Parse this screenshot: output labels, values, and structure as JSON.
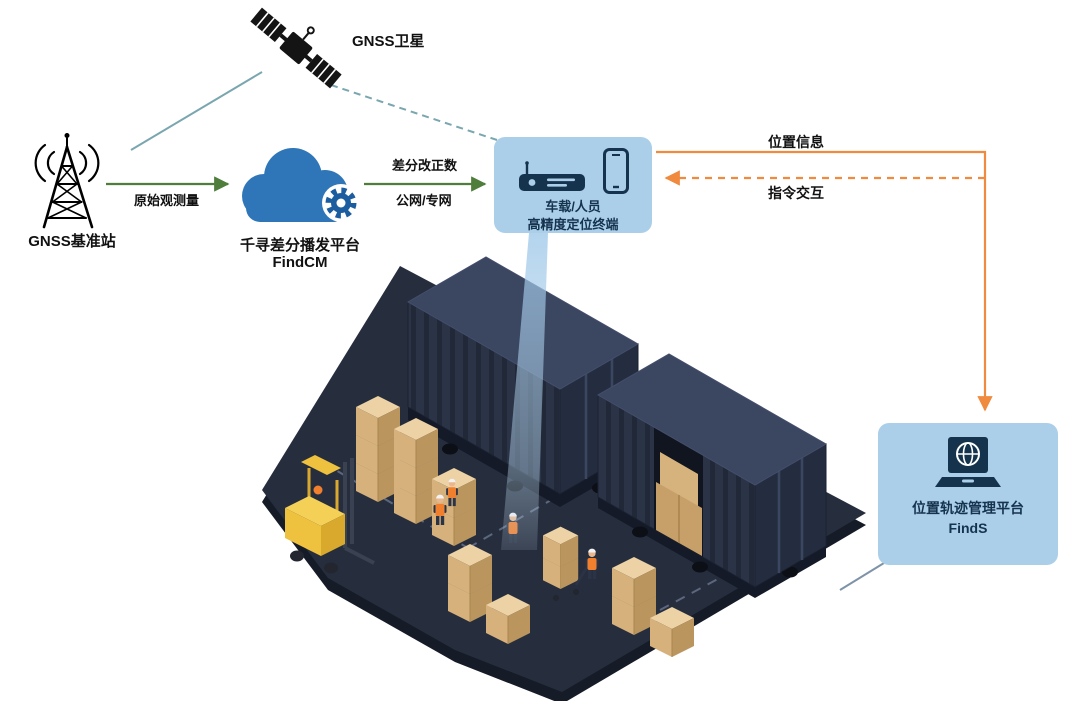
{
  "labels": {
    "satellite": "GNSS卫星",
    "base_station": "GNSS基准站",
    "raw_observation": "原始观测量",
    "platform_line1": "千寻差分播发平台",
    "platform_line2": "FindCM",
    "correction": "差分改正数",
    "network": "公网/专网",
    "position_info": "位置信息",
    "command_interaction": "指令交互"
  },
  "terminal_panel": {
    "line1": "车载/人员",
    "line2": "高精度定位终端"
  },
  "management_panel": {
    "line1": "位置轨迹管理平台",
    "line2": "FindS"
  },
  "icons": {
    "satellite-icon": "gnss-satellite",
    "base-station-icon": "radio-tower-with-signal-waves",
    "cloud-platform-icon": "cloud",
    "gear-icon": "gear",
    "vehicle-terminal-icon": "onboard-positioning-device",
    "phone-icon": "smartphone",
    "laptop-globe-icon": "laptop-with-globe",
    "warehouse-illustration": "isometric-container-yard"
  },
  "colors": {
    "teal_link": "#7aa6b0",
    "green_arrow": "#4e7d3c",
    "orange_arrow": "#ef8a3e",
    "panel_background": "#abcfe9",
    "panel_text": "#16334e",
    "cloud_blue": "#2f76b8",
    "gear_blue": "#1c5da0",
    "scene_navy": "#262e3e",
    "container_navy": "#2b3447",
    "carton_tan": "#d6b17b",
    "forklift_yellow": "#eec13e",
    "beam_blue": "#9cc6e8"
  }
}
